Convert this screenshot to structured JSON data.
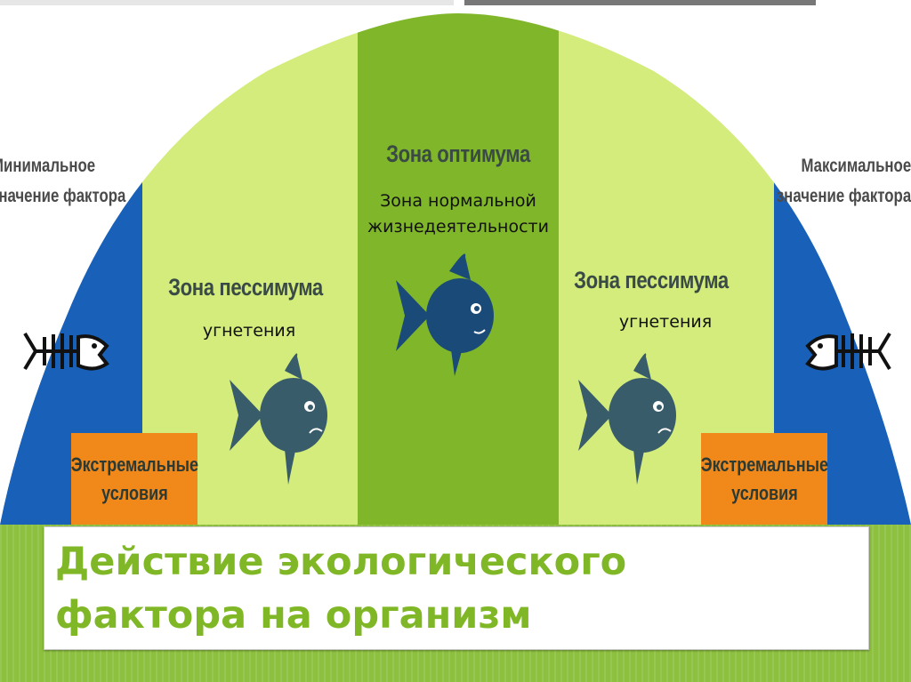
{
  "diagram": {
    "optimum_zone": {
      "title": "Зона оптимума",
      "note_line1": "Зона нормальной",
      "note_line2": "жизнедеятельности"
    },
    "pessimum_left": {
      "title": "Зона пессимума",
      "note": "угнетения"
    },
    "pessimum_right": {
      "title": "Зона пессимума",
      "note": "угнетения"
    },
    "min_label": {
      "line1": "Минимальное",
      "line2": "значение фактора"
    },
    "max_label": {
      "line1": "Максимальное",
      "line2": "значение фактора"
    },
    "extreme_left": {
      "line1": "Экстремальные",
      "line2": "условия"
    },
    "extreme_right": {
      "line1": "Экстремальные",
      "line2": "условия"
    },
    "icons": [
      "fish-skeleton-icon",
      "fish-icon",
      "fish-icon",
      "fish-icon",
      "fish-skeleton-icon"
    ],
    "colors": {
      "optimum": "#80b62a",
      "pessimum": "#d3ec7c",
      "extreme": "#1860b8",
      "box": "#f1891a",
      "fish_healthy": "#1a4a78",
      "fish_sick": "#385c6a"
    }
  },
  "slide_title": {
    "line1": "Действие экологического",
    "line2": "фактора на организм"
  }
}
